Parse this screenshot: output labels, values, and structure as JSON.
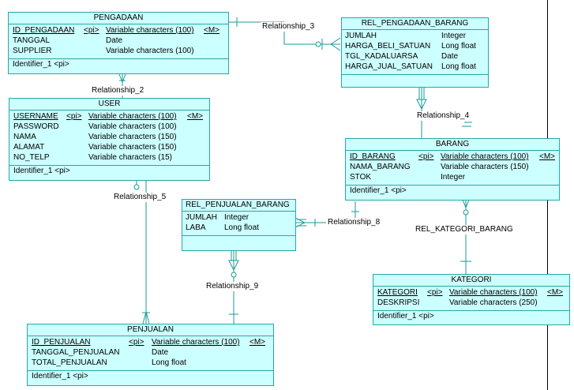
{
  "entities": {
    "pengadaan": {
      "name": "PENGADAAN",
      "attributes": [
        {
          "name": "ID_PENGADAAN",
          "key": "<pi>",
          "type": "Variable characters (100)",
          "mandatory": "<M>",
          "primary": true
        },
        {
          "name": "TANGGAL",
          "key": "",
          "type": "Date",
          "mandatory": "",
          "primary": false
        },
        {
          "name": "SUPPLIER",
          "key": "",
          "type": "Variable characters (100)",
          "mandatory": "",
          "primary": false
        }
      ],
      "identifier": "Identifier_1   <pi>"
    },
    "rel_pengadaan_barang": {
      "name": "REL_PENGADAAN_BARANG",
      "attributes": [
        {
          "name": "JUMLAH",
          "type": "Integer"
        },
        {
          "name": "HARGA_BELI_SATUAN",
          "type": "Long float"
        },
        {
          "name": "TGL_KADALUARSA",
          "type": "Date"
        },
        {
          "name": "HARGA_JUAL_SATUAN",
          "type": "Long float"
        }
      ]
    },
    "user": {
      "name": "USER",
      "attributes": [
        {
          "name": "USERNAME",
          "key": "<pi>",
          "type": "Variable characters (100)",
          "mandatory": "<M>",
          "primary": true
        },
        {
          "name": "PASSWORD",
          "key": "",
          "type": "Variable characters (100)",
          "mandatory": "",
          "primary": false
        },
        {
          "name": "NAMA",
          "key": "",
          "type": "Variable characters (150)",
          "mandatory": "",
          "primary": false
        },
        {
          "name": "ALAMAT",
          "key": "",
          "type": "Variable characters (150)",
          "mandatory": "",
          "primary": false
        },
        {
          "name": "NO_TELP",
          "key": "",
          "type": "Variable characters (15)",
          "mandatory": "",
          "primary": false
        }
      ],
      "identifier": "Identifier_1   <pi>"
    },
    "barang": {
      "name": "BARANG",
      "attributes": [
        {
          "name": "ID_BARANG",
          "key": "<pi>",
          "type": "Variable characters (100)",
          "mandatory": "<M>",
          "primary": true
        },
        {
          "name": "NAMA_BARANG",
          "key": "",
          "type": "Variable characters (150)",
          "mandatory": "",
          "primary": false
        },
        {
          "name": "STOK",
          "key": "",
          "type": "Integer",
          "mandatory": "",
          "primary": false
        }
      ],
      "identifier": "Identifier_1   <pi>"
    },
    "rel_penjualan_barang": {
      "name": "REL_PENJUALAN_BARANG",
      "attributes": [
        {
          "name": "JUMLAH",
          "type": "Integer"
        },
        {
          "name": "LABA",
          "type": "Long float"
        }
      ]
    },
    "kategori": {
      "name": "KATEGORI",
      "attributes": [
        {
          "name": "KATEGORI",
          "key": "<pi>",
          "type": "Variable characters (100)",
          "mandatory": "<M>",
          "primary": true
        },
        {
          "name": "DESKRIPSI",
          "key": "",
          "type": "Variable characters (250)",
          "mandatory": "",
          "primary": false
        }
      ],
      "identifier": "Identifier_1   <pi>"
    },
    "penjualan": {
      "name": "PENJUALAN",
      "attributes": [
        {
          "name": "ID_PENJUALAN",
          "key": "<pi>",
          "type": "Variable characters (100)",
          "mandatory": "<M>",
          "primary": true
        },
        {
          "name": "TANGGAL_PENJUALAN",
          "key": "",
          "type": "Date",
          "mandatory": "",
          "primary": false
        },
        {
          "name": "TOTAL_PENJUALAN",
          "key": "",
          "type": "Long float",
          "mandatory": "",
          "primary": false
        }
      ],
      "identifier": "Identifier_1   <pi>"
    }
  },
  "relationships": {
    "r2": "Relationship_2",
    "r3": "Relationship_3",
    "r4": "Relationship_4",
    "r5": "Relationship_5",
    "r8": "Relationship_8",
    "r9": "Relationship_9",
    "rk": "REL_KATEGORI_BARANG"
  },
  "colors": {
    "entity_fill": "#ccffff",
    "border": "#2aa6a6",
    "line": "#1a9a9a"
  }
}
